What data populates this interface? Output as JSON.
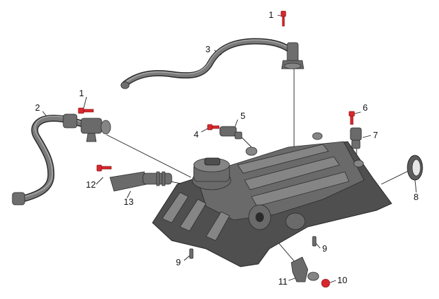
{
  "callouts": [
    {
      "id": "c1a",
      "label": "1"
    },
    {
      "id": "c1b",
      "label": "1"
    },
    {
      "id": "c2",
      "label": "2"
    },
    {
      "id": "c3",
      "label": "3"
    },
    {
      "id": "c4",
      "label": "4"
    },
    {
      "id": "c5",
      "label": "5"
    },
    {
      "id": "c6",
      "label": "6"
    },
    {
      "id": "c7",
      "label": "7"
    },
    {
      "id": "c8",
      "label": "8"
    },
    {
      "id": "c9a",
      "label": "9"
    },
    {
      "id": "c9b",
      "label": "9"
    },
    {
      "id": "c10",
      "label": "10"
    },
    {
      "id": "c11",
      "label": "11"
    },
    {
      "id": "c12",
      "label": "12"
    },
    {
      "id": "c13",
      "label": "13"
    }
  ],
  "colors": {
    "bolt": "#d8282e",
    "part": "#5a5a5a",
    "line": "#1a1a1a"
  }
}
